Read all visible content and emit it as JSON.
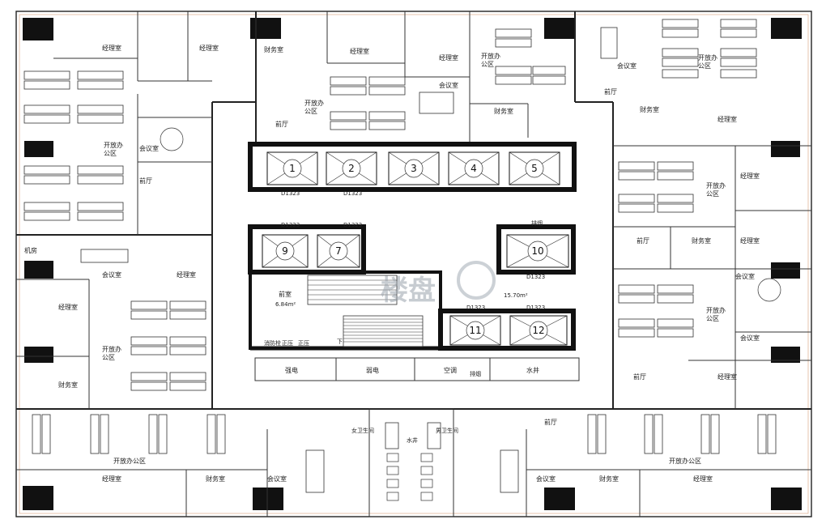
{
  "labels": {
    "manager": "经理室",
    "finance": "财务室",
    "meeting": "会议室",
    "open_office_1": "开放办",
    "open_office_2": "公区",
    "open_office_full": "开放办公区",
    "lobby": "前厅",
    "machine_room": "机房",
    "front_room": "前室",
    "front_room_area": "6.84m²",
    "core_area": "15.70m²",
    "weak_electric": "弱电",
    "strong_electric": "强电",
    "aircon": "空调",
    "water_well": "水井",
    "exhaust": "排烟",
    "female_wc": "女卫生间",
    "male_wc": "男卫生间",
    "fire_hydrant": "消防栓",
    "pressure_1": "正压",
    "pressure_2": "正压",
    "air_shaft": "排烟",
    "down": "下",
    "lift_code": "D1323"
  },
  "elevators": [
    "1",
    "2",
    "3",
    "4",
    "5",
    "9",
    "7",
    "10",
    "11",
    "12"
  ],
  "watermark": "楼盘"
}
